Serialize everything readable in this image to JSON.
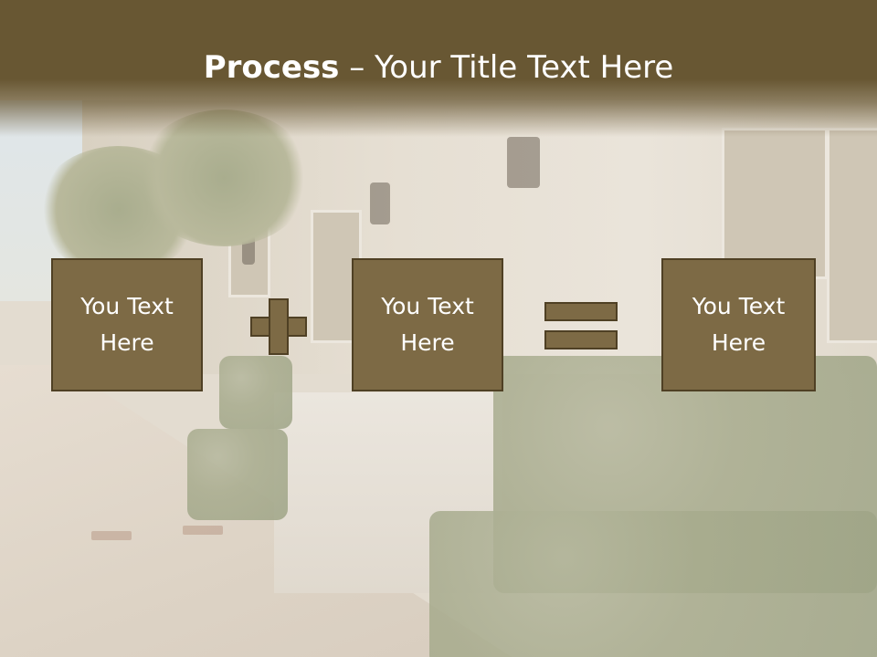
{
  "slide": {
    "title_bold": "Process",
    "title_rest": " – Your Title Text Here"
  },
  "boxes": [
    {
      "text": "You Text\nHere"
    },
    {
      "text": "You Text\nHere"
    },
    {
      "text": "You Text\nHere"
    }
  ],
  "operators": [
    "plus-icon",
    "equals-icon"
  ],
  "colors": {
    "title_band": "#685733",
    "box_fill": "#7d6a45",
    "box_border": "#4f4024",
    "text": "#ffffff"
  }
}
